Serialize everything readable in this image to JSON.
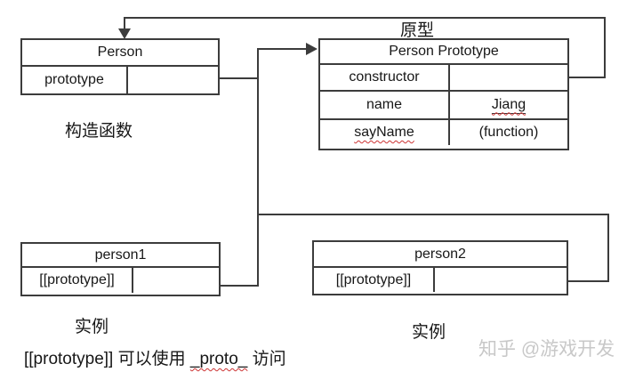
{
  "labels": {
    "prototype_zone": "原型",
    "constructor_fn": "构造函数",
    "instance_left": "实例",
    "instance_right": "实例"
  },
  "boxes": {
    "person": {
      "title": "Person",
      "rows": [
        {
          "key": "prototype",
          "value": ""
        }
      ]
    },
    "person_prototype": {
      "title": "Person Prototype",
      "rows": [
        {
          "key": "constructor",
          "value": ""
        },
        {
          "key": "name",
          "value": "Jiang"
        },
        {
          "key": "sayName",
          "value": "(function)"
        }
      ]
    },
    "person1": {
      "title": "person1",
      "rows": [
        {
          "key": "[[prototype]]",
          "value": ""
        }
      ]
    },
    "person2": {
      "title": "person2",
      "rows": [
        {
          "key": "[[prototype]]",
          "value": ""
        }
      ]
    }
  },
  "caption": {
    "pre": "[[prototype]] 可以使用 ",
    "proto": "_proto_",
    "post": " 访问"
  },
  "watermark": "知乎 @游戏开发",
  "colors": {
    "line": "#3c3c3c",
    "text": "#171717",
    "squiggle": "#cc3333",
    "watermark": "#c8c8c8",
    "background": "#ffffff"
  }
}
